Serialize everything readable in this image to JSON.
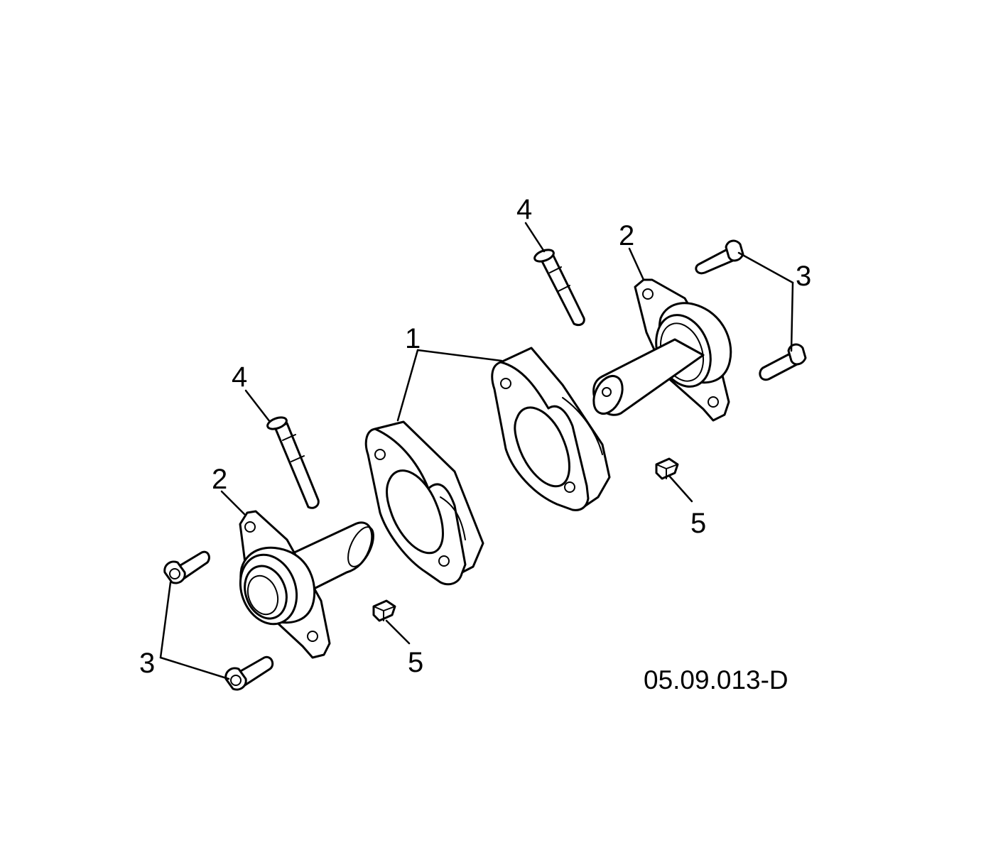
{
  "figure": {
    "drawing_number": "05.09.013-D",
    "callouts": {
      "spacer": "1",
      "bearing_left": "2",
      "bearing_right": "2",
      "bolts_left": "3",
      "bolts_right": "3",
      "pin_left": "4",
      "pin_right": "4",
      "nut_left": "5",
      "nut_right": "5"
    }
  }
}
